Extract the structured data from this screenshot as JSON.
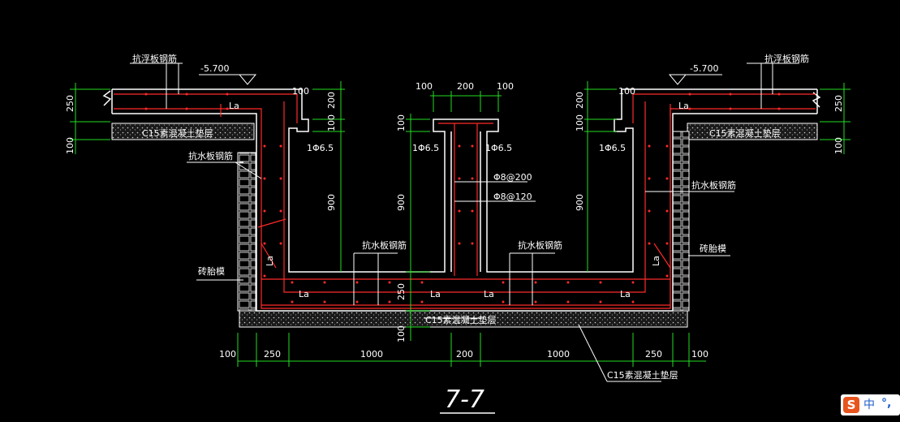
{
  "colors": {
    "background": "#000000",
    "outline": "#ffffff",
    "rebar": "#ff2a2a",
    "dimension": "#22dd22",
    "label": "#ffffff"
  },
  "title": "7-7",
  "elevations": {
    "left": "-5.700",
    "right": "-5.700"
  },
  "labels": {
    "kangfu_top_left": "抗浮板钢筋",
    "kangfu_top_right": "抗浮板钢筋",
    "kangshui_left": "抗水板钢筋",
    "kangshui_right": "抗水板钢筋",
    "kangshui_bottom_left": "抗水板钢筋",
    "kangshui_bottom_right": "抗水板钢筋",
    "brick_left": "砖胎模",
    "brick_right": "砖胎模",
    "c15_top_left": "C15素混凝土垫层",
    "c15_top_right": "C15素混凝土垫层",
    "c15_bottom": "C15素混凝土垫层",
    "c15_callout": "C15素混凝土垫层",
    "la": "La",
    "rebar_d65": "1Φ6.5",
    "rebar_8_200": "Φ8@200",
    "rebar_8_120": "Φ8@120"
  },
  "dims": {
    "bottom": [
      "100",
      "250",
      "1000",
      "200",
      "1000",
      "250",
      "100"
    ],
    "top_center": [
      "100",
      "200",
      "100"
    ],
    "left_250": "250",
    "left_100": "100",
    "right_250": "250",
    "right_100": "100",
    "d100": "100",
    "d200": "200",
    "d900": "900",
    "d250": "250"
  },
  "ime": {
    "logo": "S",
    "lang": "中",
    "punct": "°,"
  }
}
